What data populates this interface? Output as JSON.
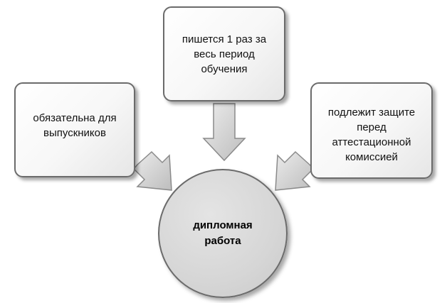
{
  "colors": {
    "box_border": "#6b6b6b",
    "box_fill": "#ffffff",
    "circle_fill": "#d6d6d6",
    "arrow_fill": "#d0d0d0"
  },
  "top_box": {
    "lines": [
      "пишется 1 раз за",
      "весь период",
      "обучения"
    ]
  },
  "left_box": {
    "lines": [
      "обязательна для",
      "выпускников"
    ]
  },
  "right_box": {
    "lines": [
      "подлежит защите",
      "перед",
      "аттестационной",
      "комиссией"
    ]
  },
  "center": {
    "lines": [
      "дипломная",
      "работа"
    ]
  }
}
